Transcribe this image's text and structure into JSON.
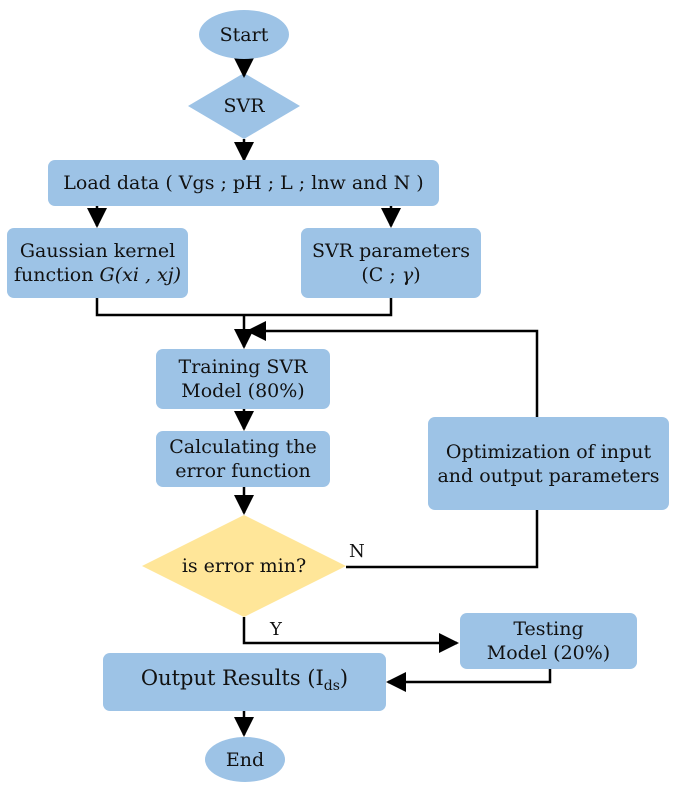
{
  "nodes": {
    "start": "Start",
    "svr": "SVR",
    "load_data": "Load data ( Vgs ; pH ; L ; lnw and N )",
    "gaussian_line1": "Gaussian kernel",
    "gaussian_line2_prefix": "function ",
    "gaussian_line2_math": "G(xi , xj)",
    "svr_params_line1": "SVR parameters",
    "svr_params_line2_prefix": "(C ; ",
    "svr_params_line2_math": "γ",
    "svr_params_line2_suffix": ")",
    "training": "Training SVR\nModel (80%)",
    "calculating": "Calculating the\nerror function",
    "optimization": "Optimization of input\nand output parameters",
    "decision": "is error min?",
    "testing": "Testing\nModel (20%)",
    "output_prefix": "Output Results (I",
    "output_sub": "ds",
    "output_suffix": ")",
    "end": "End"
  },
  "labels": {
    "no": "N",
    "yes": "Y"
  },
  "colors": {
    "box_fill": "#9dc3e6",
    "decision_fill": "#ffe699",
    "line": "#000000"
  }
}
